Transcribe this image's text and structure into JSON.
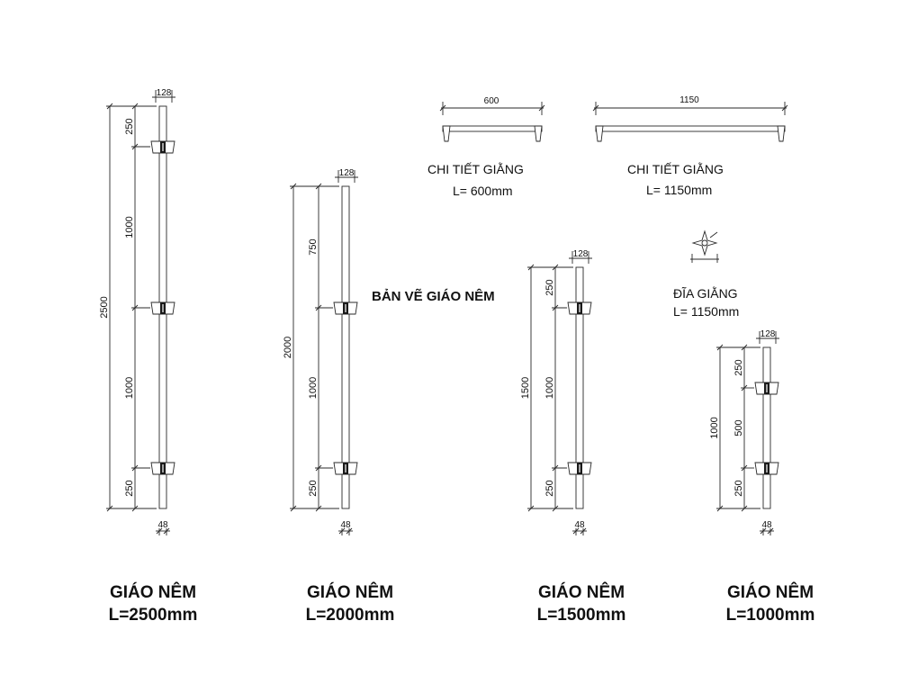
{
  "title": "BẢN VẼ GIÁO NÊM",
  "posts": [
    {
      "caption": "GIÁO NÊM",
      "length_label": "L=2500mm",
      "total": "2500",
      "segments": [
        "250",
        "1000",
        "1000",
        "250"
      ],
      "width": "128",
      "diameter": "48"
    },
    {
      "caption": "GIÁO NÊM",
      "length_label": "L=2000mm",
      "total": "2000",
      "segments": [
        "750",
        "1000",
        "250"
      ],
      "width": "128",
      "diameter": "48"
    },
    {
      "caption": "GIÁO NÊM",
      "length_label": "L=1500mm",
      "total": "1500",
      "segments": [
        "250",
        "1000",
        "250"
      ],
      "width": "128",
      "diameter": "48"
    },
    {
      "caption": "GIÁO NÊM",
      "length_label": "L=1000mm",
      "total": "1000",
      "segments": [
        "250",
        "500",
        "250"
      ],
      "width": "128",
      "diameter": "48"
    }
  ],
  "ledgers": [
    {
      "dimension": "600",
      "title": "CHI TIẾT GIẰNG",
      "length_label": "L= 600mm"
    },
    {
      "dimension": "1150",
      "title": "CHI TIẾT GIẰNG",
      "length_label": "L= 1150mm"
    }
  ],
  "disc": {
    "title": "ĐĨA GIẰNG",
    "length_label": "L= 1150mm"
  },
  "colors": {
    "line": "#2a2a2a",
    "text": "#111111",
    "background": "#ffffff"
  }
}
